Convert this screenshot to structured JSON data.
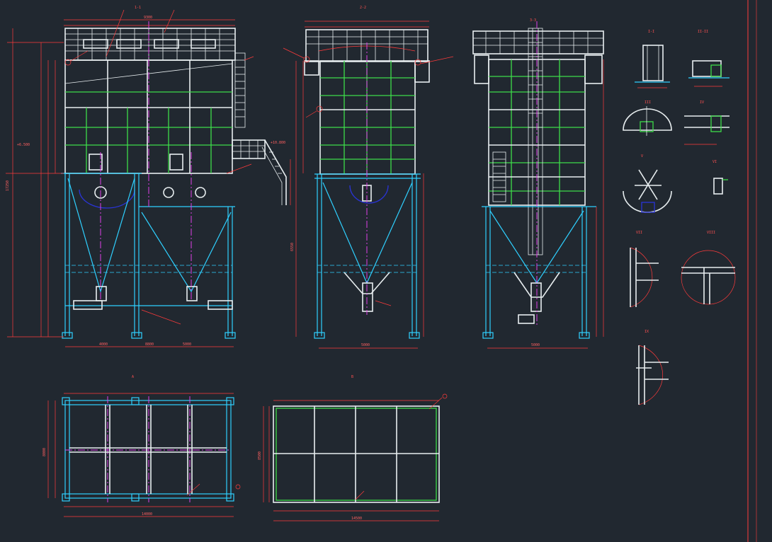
{
  "drawing": {
    "background": "#212830",
    "colors": {
      "outline": "#e8eef0",
      "frame_green": "#3ddc4a",
      "steel_cyan": "#2fd0ff",
      "centerline_magenta": "#e040e8",
      "hopper_blue": "#2a34d8",
      "dimension_red": "#ff3b3b",
      "ladder_yellow": "#f0e040"
    },
    "views": [
      {
        "id": "front-elevation",
        "section_mark": "1-1"
      },
      {
        "id": "side-elevation",
        "section_mark": "2-2"
      },
      {
        "id": "rear-elevation",
        "section_mark": "3-3"
      },
      {
        "id": "foundation-plan",
        "section_mark": "A"
      },
      {
        "id": "roof-plan",
        "section_mark": "B"
      }
    ],
    "details": [
      {
        "id": "detail-1",
        "title": "I-I"
      },
      {
        "id": "detail-2",
        "title": "II-II"
      },
      {
        "id": "detail-3",
        "title": "III"
      },
      {
        "id": "detail-4",
        "title": "IV"
      },
      {
        "id": "detail-5",
        "title": "V"
      },
      {
        "id": "detail-6",
        "title": "VI"
      },
      {
        "id": "detail-7",
        "title": "VII"
      },
      {
        "id": "detail-8",
        "title": "VIII"
      },
      {
        "id": "detail-9",
        "title": "IX"
      }
    ],
    "dimensions": {
      "front_width_top": "9300",
      "front_width_bottom": "8800",
      "front_height": "17250",
      "front_col_left": "4000",
      "front_col_right": "5000",
      "side_width": "5000",
      "side_height": "6550",
      "rear_width": "5000",
      "plan_a_width": "14000",
      "plan_a_height": "8000",
      "plan_b_width": "14500",
      "plan_b_height": "8500",
      "platform_level": "+6.500",
      "walkway_level": "+10.800"
    }
  }
}
